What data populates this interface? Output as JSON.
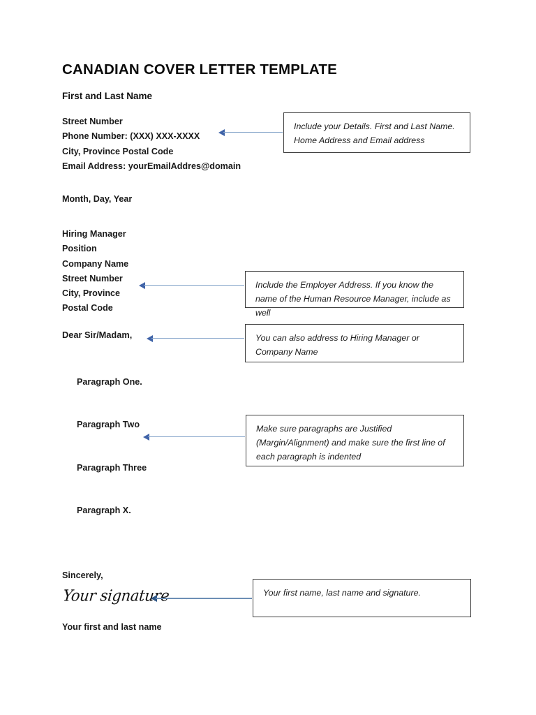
{
  "document": {
    "title": "CANADIAN COVER LETTER TEMPLATE",
    "name_line": "First and Last Name",
    "sender_block": [
      "Street Number",
      "Phone Number: (XXX) XXX-XXXX",
      "City, Province Postal Code",
      "Email Address: yourEmailAddres@domain"
    ],
    "date_line": "Month, Day, Year",
    "recipient_block": [
      "Hiring Manager",
      "Position",
      "Company Name",
      "Street Number",
      "City, Province",
      "Postal Code"
    ],
    "salutation": {
      "lead": "Dear ",
      "emphasis": "Sir/Madam,"
    },
    "paragraphs": [
      "Paragraph One.",
      "Paragraph Two",
      "Paragraph Three",
      "Paragraph X."
    ],
    "closing": "Sincerely,",
    "signature": "Your signature",
    "signer_name": "Your first and last name"
  },
  "callouts": [
    {
      "id": "details",
      "text": "Include your Details. First and Last Name. Home Address and Email address"
    },
    {
      "id": "employer",
      "text": "Include the Employer Address. If you know the name of the Human Resource Manager, include as well"
    },
    {
      "id": "salutation",
      "text": "You can also address to Hiring Manager or Company Name"
    },
    {
      "id": "paragraphs",
      "text": "Make sure paragraphs are Justified (Margin/Alignment) and make sure the first line of each paragraph is indented"
    },
    {
      "id": "signature",
      "text": "Your first name, last name and signature."
    }
  ],
  "colors": {
    "arrow_light": "#8aa8cc",
    "arrow_head": "#3f63a8",
    "callout_border": "#3f3f3f",
    "text": "#1a1a1a",
    "page_background": "#ffffff"
  }
}
